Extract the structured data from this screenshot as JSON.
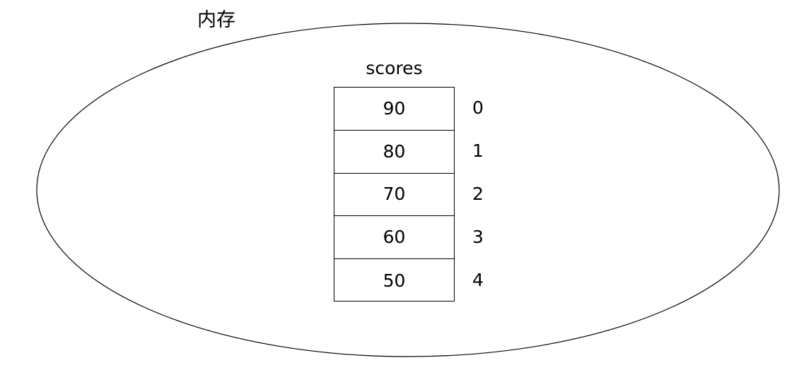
{
  "diagram": {
    "memory_region_label": "内存",
    "array_name": "scores",
    "ellipse": {
      "stroke_color": "#000000",
      "fill_color": "#ffffff"
    },
    "text_color": "#000000",
    "background_color": "#ffffff",
    "cells": [
      {
        "value": "90",
        "index": "0"
      },
      {
        "value": "80",
        "index": "1"
      },
      {
        "value": "70",
        "index": "2"
      },
      {
        "value": "60",
        "index": "3"
      },
      {
        "value": "50",
        "index": "4"
      }
    ]
  }
}
